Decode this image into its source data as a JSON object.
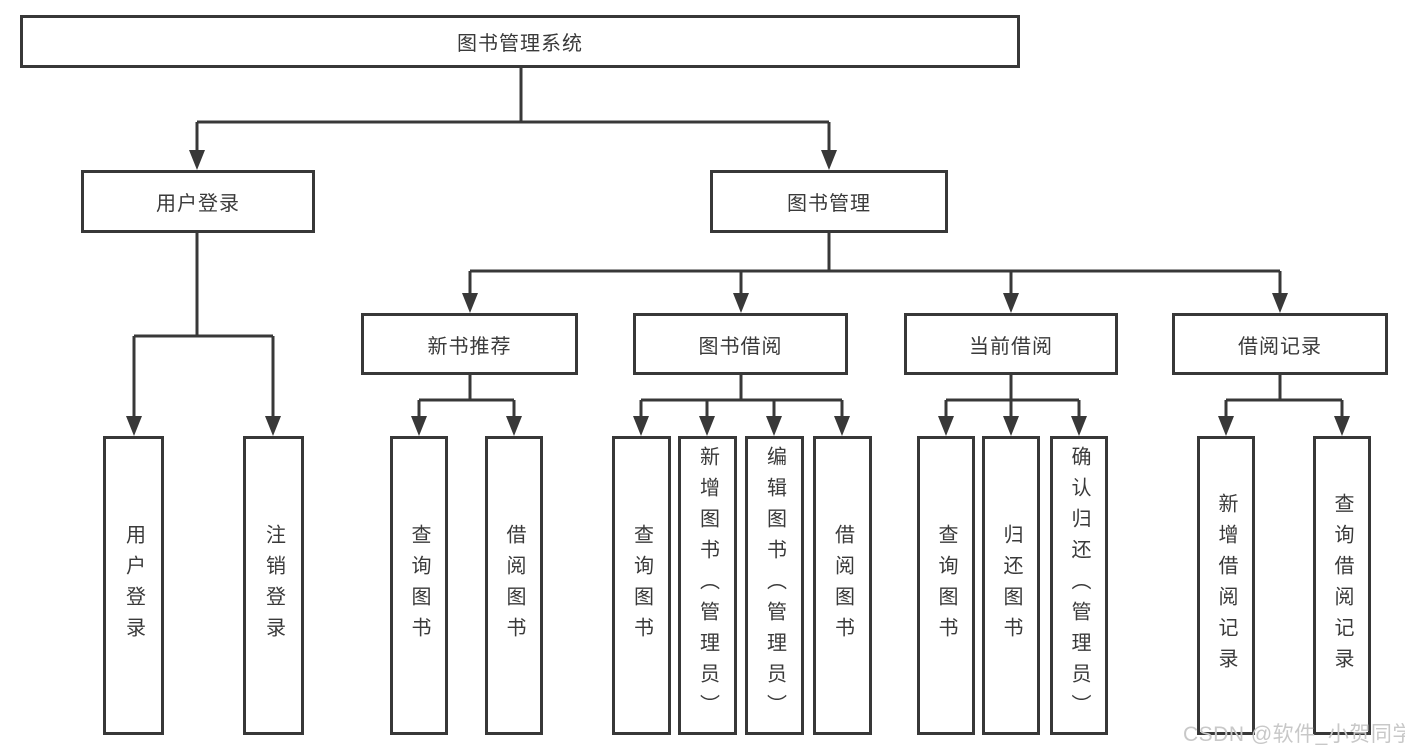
{
  "tree": {
    "root": "图书管理系统",
    "children": [
      {
        "label": "用户登录",
        "children": [
          "用户登录",
          "注销登录"
        ]
      },
      {
        "label": "图书管理",
        "children": [
          {
            "label": "新书推荐",
            "children": [
              "查询图书",
              "借阅图书"
            ]
          },
          {
            "label": "图书借阅",
            "children": [
              "查询图书",
              "新增图书（管理员）",
              "编辑图书（管理员）",
              "借阅图书"
            ]
          },
          {
            "label": "当前借阅",
            "children": [
              "查询图书",
              "归还图书",
              "确认归还（管理员）"
            ]
          },
          {
            "label": "借阅记录",
            "children": [
              "新增借阅记录",
              "查询借阅记录"
            ]
          }
        ]
      }
    ]
  },
  "watermark": "CSDN @软件_小贺同学",
  "colors": {
    "line": "#383838",
    "text": "#3a3a3a",
    "watermark": "#c8c8c8",
    "background": "#ffffff"
  }
}
